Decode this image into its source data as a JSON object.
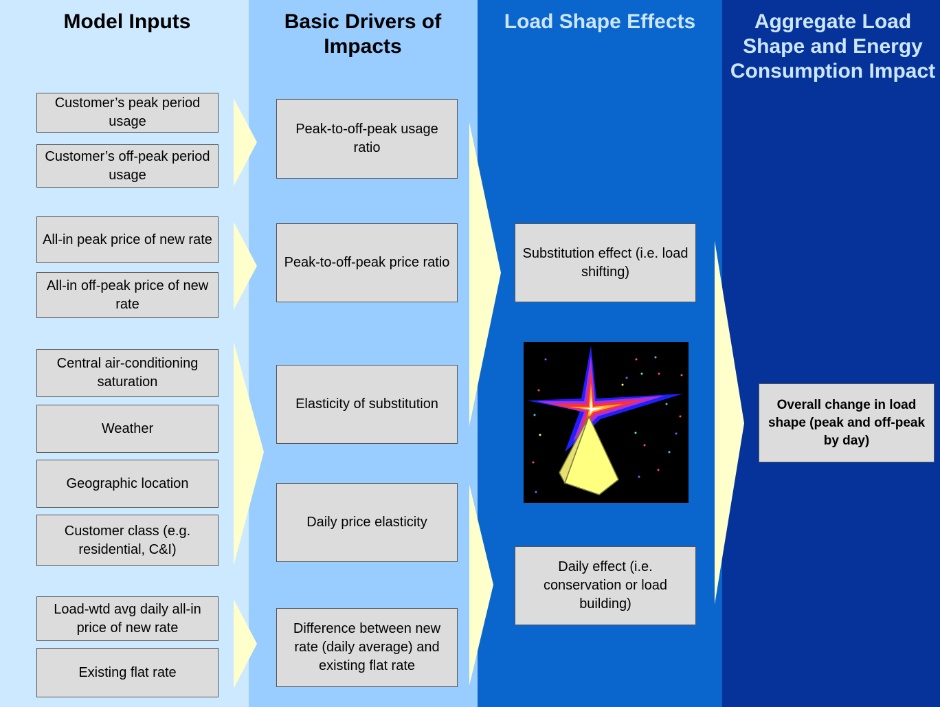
{
  "columns": [
    {
      "title": "Model Inputs",
      "color": "#cce9ff"
    },
    {
      "title": "Basic Drivers of Impacts",
      "color": "#99ccff"
    },
    {
      "title": "Load Shape Effects",
      "color": "#0a66cc"
    },
    {
      "title": "Aggregate Load Shape and Energy Consumption Impact",
      "color": "#063399"
    }
  ],
  "inputs": [
    "Customer’s peak period usage",
    "Customer’s off-peak period usage",
    "All-in peak price of new rate",
    "All-in off-peak price of new rate",
    "Central air-conditioning saturation",
    "Weather",
    "Geographic location",
    "Customer class (e.g. residential, C&I)",
    "Load-wtd avg daily all-in price of new rate",
    "Existing flat rate"
  ],
  "drivers": [
    "Peak-to-off-peak usage ratio",
    "Peak-to-off-peak price ratio",
    "Elasticity of substitution",
    "Daily price elasticity",
    "Difference between new rate (daily average) and existing flat rate"
  ],
  "effects": [
    "Substitution effect (i.e. load shifting)",
    "Daily effect (i.e. conservation or load building)"
  ],
  "outcome": "Overall change in load shape (peak and off-peak by day)",
  "clipart": "star-pyramid-image",
  "arrow_color": "#ffffcc"
}
